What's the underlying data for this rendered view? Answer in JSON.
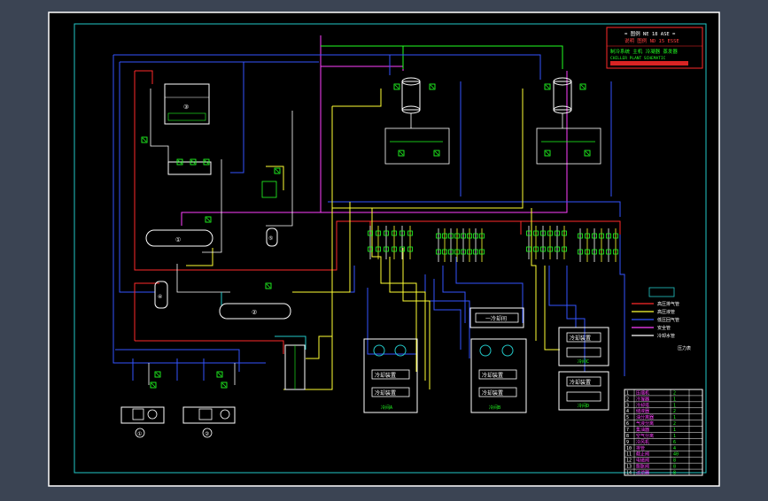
{
  "drawing": {
    "title_block": {
      "line1": "= 图例 NE 18 ASE =",
      "line2": "说明 图例 ND 15 ESSE",
      "line3": "制冷系统 主机 冷凝器 蒸发器",
      "line4": "CHILLER PLANT SCHEMATIC"
    },
    "equipment_labels": {
      "cooling_tower": "③",
      "receiver_1": "①",
      "receiver_2": "②",
      "compressor_1": "①",
      "compressor_2": "②",
      "hx_a": "④",
      "hx_b": "⑤"
    },
    "tank_labels": {
      "t1": "冷却装置",
      "t2": "冷却装置",
      "t3": "冷却装置",
      "t4": "冷却装置",
      "t5": "冷却装置",
      "t6": "冷却装置"
    },
    "room_labels": {
      "r1": "一冷却间",
      "r2": "冷间A",
      "r3": "冷间B",
      "r4": "冷间C",
      "r5": "冷间D"
    },
    "legend": {
      "items": [
        {
          "color": "#ff2a2a",
          "label": "高压排气管"
        },
        {
          "color": "#ffff33",
          "label": "高压液管"
        },
        {
          "color": "#3355ff",
          "label": "低压回气管"
        },
        {
          "color": "#ff40ff",
          "label": "安全管"
        },
        {
          "color": "#ffffff",
          "label": "冷却水管"
        }
      ],
      "note": "压力表"
    },
    "parts_table": {
      "rows": [
        [
          "1",
          "压缩机",
          "2"
        ],
        [
          "2",
          "冷凝器",
          "1"
        ],
        [
          "3",
          "冷却塔",
          "1"
        ],
        [
          "4",
          "储液器",
          "2"
        ],
        [
          "5",
          "油分离器",
          "1"
        ],
        [
          "6",
          "气液分离",
          "2"
        ],
        [
          "7",
          "集油器",
          "1"
        ],
        [
          "8",
          "空气分离",
          "1"
        ],
        [
          "9",
          "冷风机",
          "6"
        ],
        [
          "10",
          "排管",
          "4"
        ],
        [
          "11",
          "截止阀",
          "40"
        ],
        [
          "12",
          "电磁阀",
          "8"
        ],
        [
          "13",
          "膨胀阀",
          "8"
        ],
        [
          "14",
          "过滤器",
          "8"
        ]
      ]
    }
  },
  "colors": {
    "bg_outer": "#3b4453",
    "sheet": "#000000",
    "frame": "#ffffff",
    "inner_frame": "#22c7c7",
    "red": "#ff2a2a",
    "yellow": "#ffff33",
    "blue": "#3355ff",
    "magenta": "#ff40ff",
    "green": "#22ff22",
    "white": "#ffffff",
    "cyan": "#22c7c7"
  }
}
